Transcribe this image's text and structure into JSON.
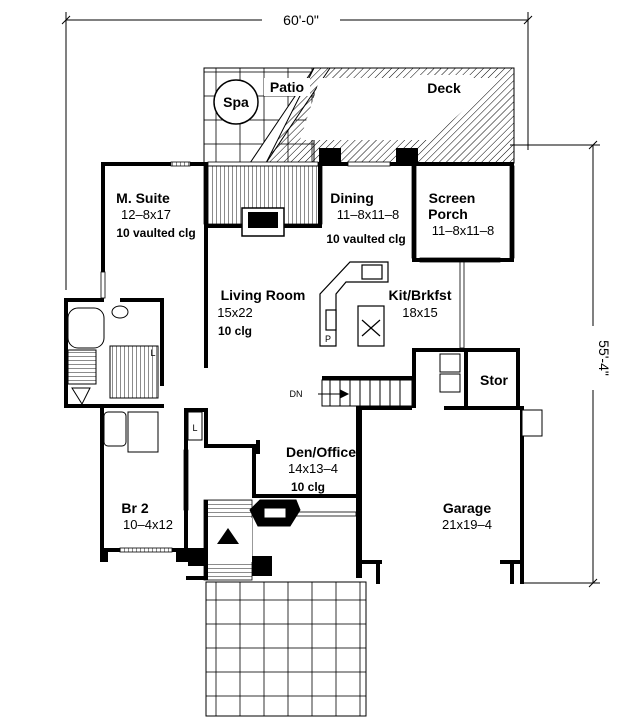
{
  "dimensions": {
    "width_total": "60'-0\"",
    "depth_total": "55'-4\""
  },
  "rooms": {
    "spa": {
      "name": "Spa"
    },
    "patio": {
      "name": "Patio"
    },
    "deck": {
      "name": "Deck"
    },
    "master_suite": {
      "name": "M. Suite",
      "size": "12–8x17",
      "note": "10 vaulted clg"
    },
    "dining": {
      "name": "Dining",
      "size": "11–8x11–8",
      "note": "10 vaulted clg"
    },
    "screen_porch": {
      "name_line1": "Screen",
      "name_line2": "Porch",
      "size": "11–8x11–8"
    },
    "living_room": {
      "name": "Living Room",
      "size": "15x22",
      "note": "10 clg"
    },
    "kitchen": {
      "name": "Kit/Brkfst",
      "size": "18x15"
    },
    "storage": {
      "name": "Stor"
    },
    "den_office": {
      "name": "Den/Office",
      "size": "14x13–4",
      "note": "10 clg"
    },
    "bedroom2": {
      "name": "Br 2",
      "size": "10–4x12"
    },
    "garage": {
      "name": "Garage",
      "size": "21x19–4"
    }
  },
  "markers": {
    "stair_down": "DN",
    "pantry": "P",
    "linen": "L",
    "linen2": "L"
  }
}
